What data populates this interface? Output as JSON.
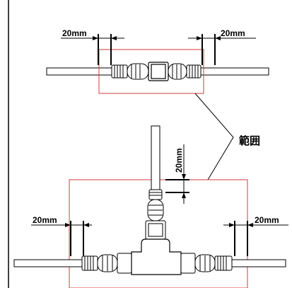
{
  "dimension_label": "20mm",
  "range_label": "範囲",
  "colors": {
    "line": "#000000",
    "range_box": "#d63a3a",
    "cable_fill": "#ffffff",
    "connector_dark": "#333333"
  },
  "icons": {
    "cable": "connector-cable",
    "t_junction": "t-splitter-connector"
  }
}
